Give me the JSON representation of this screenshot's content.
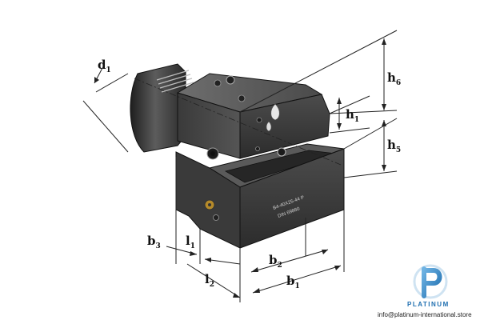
{
  "labels": {
    "d1": {
      "main": "d",
      "sub": "1"
    },
    "h6": {
      "main": "h",
      "sub": "6"
    },
    "h1": {
      "main": "h",
      "sub": "1"
    },
    "h5": {
      "main": "h",
      "sub": "5"
    },
    "b3": {
      "main": "b",
      "sub": "3"
    },
    "l1": {
      "main": "l",
      "sub": "1"
    },
    "l2": {
      "main": "l",
      "sub": "2"
    },
    "b2": {
      "main": "b",
      "sub": "2"
    },
    "b1": {
      "main": "b",
      "sub": "1"
    }
  },
  "engraving": {
    "line1": "B4-40X25-44 P",
    "line2": "DIN 69880"
  },
  "brand": {
    "name": "PLATINUM",
    "email": "info@platinum-international.store"
  },
  "colors": {
    "body_dark": "#2e2e2e",
    "body_mid": "#4a4a4a",
    "body_light": "#6a6a6a",
    "brand_blue": "#1f6fb0"
  },
  "icons": {
    "logo": "platinum-p-logo"
  }
}
